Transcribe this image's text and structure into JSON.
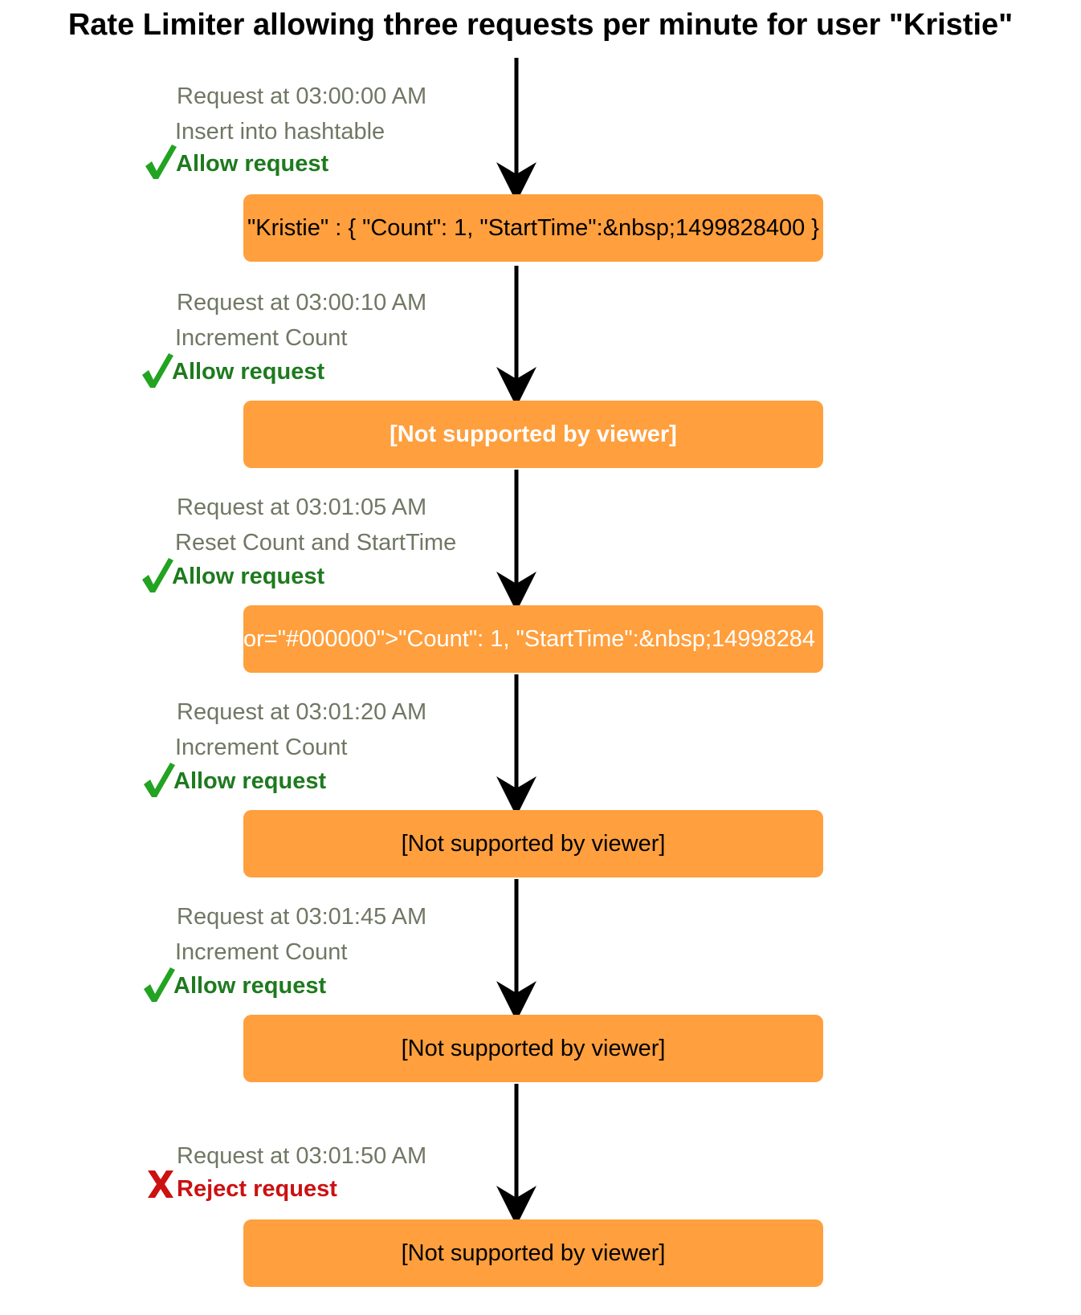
{
  "title": "Rate Limiter allowing three requests per minute for user \"Kristie\"",
  "colors": {
    "node_fill": "#ff9f3d",
    "step_text": "#707764",
    "allow": "#1e7a1e",
    "reject": "#cc1111",
    "arrow": "#000000"
  },
  "steps": [
    {
      "request": "Request at 03:00:00 AM",
      "action": "Insert into hashtable",
      "verdict": "Allow request",
      "verdict_icon": "check-icon",
      "node_text": "\"Kristie\" : { \"Count\": 1, \"StartTime\":&nbsp;1499828400 }"
    },
    {
      "request": "Request at 03:00:10 AM",
      "action": "Increment Count",
      "verdict": "Allow request",
      "verdict_icon": "check-icon",
      "node_text": "[Not supported by viewer]"
    },
    {
      "request": "Request at 03:01:05 AM",
      "action": "Reset Count and StartTime",
      "verdict": "Allow request",
      "verdict_icon": "check-icon",
      "node_text": "or=\"#000000\">\"Count\": 1, \"StartTime\":&nbsp;14998284"
    },
    {
      "request": "Request at 03:01:20 AM",
      "action": "Increment Count",
      "verdict": "Allow request",
      "verdict_icon": "check-icon",
      "node_text": "[Not supported by viewer]"
    },
    {
      "request": "Request at 03:01:45 AM",
      "action": "Increment Count",
      "verdict": "Allow request",
      "verdict_icon": "check-icon",
      "node_text": "[Not supported by viewer]"
    },
    {
      "request": "Request at 03:01:50 AM",
      "action": "",
      "verdict": "Reject request",
      "verdict_icon": "cross-icon",
      "node_text": "[Not supported by viewer]"
    }
  ]
}
